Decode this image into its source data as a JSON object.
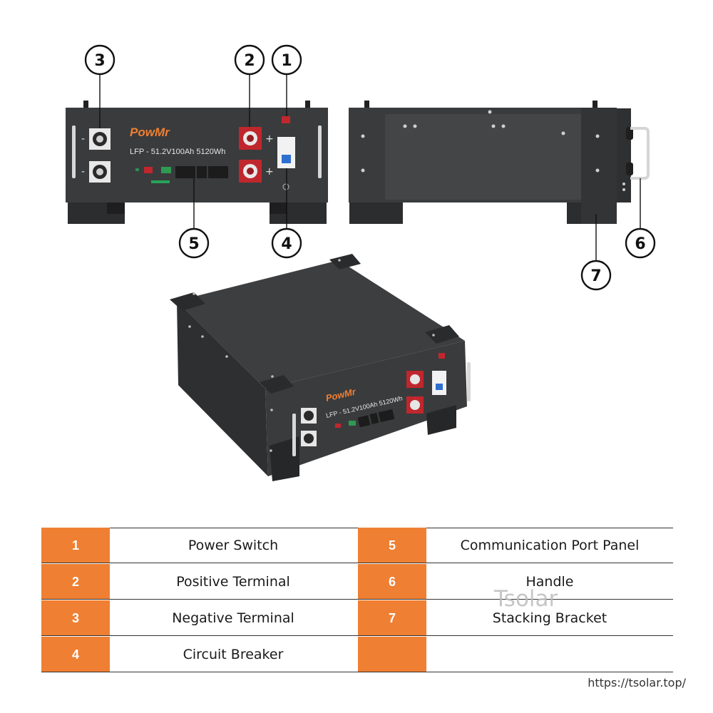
{
  "brand": "PowMr",
  "model": "LFP - 51.2V100Ah 5120Wh",
  "callouts": [
    "1",
    "2",
    "3",
    "4",
    "5",
    "6",
    "7"
  ],
  "polarity": {
    "minus": "-",
    "plus": "+"
  },
  "legend": {
    "rows": [
      {
        "left_num": "1",
        "left_label": "Power Switch",
        "right_num": "5",
        "right_label": "Communication Port Panel"
      },
      {
        "left_num": "2",
        "left_label": "Positive Terminal",
        "right_num": "6",
        "right_label": "Handle"
      },
      {
        "left_num": "3",
        "left_label": "Negative Terminal",
        "right_num": "7",
        "right_label": "Stacking Bracket"
      },
      {
        "left_num": "4",
        "left_label": "Circuit Breaker",
        "right_num": "",
        "right_label": ""
      }
    ]
  },
  "watermark": "Tsolar",
  "url": "https://tsolar.top/",
  "colors": {
    "accent": "#ef7f32",
    "housing": "#3a3b3d",
    "terminal": "#c0272d",
    "breaker": "#2f6fd0"
  }
}
